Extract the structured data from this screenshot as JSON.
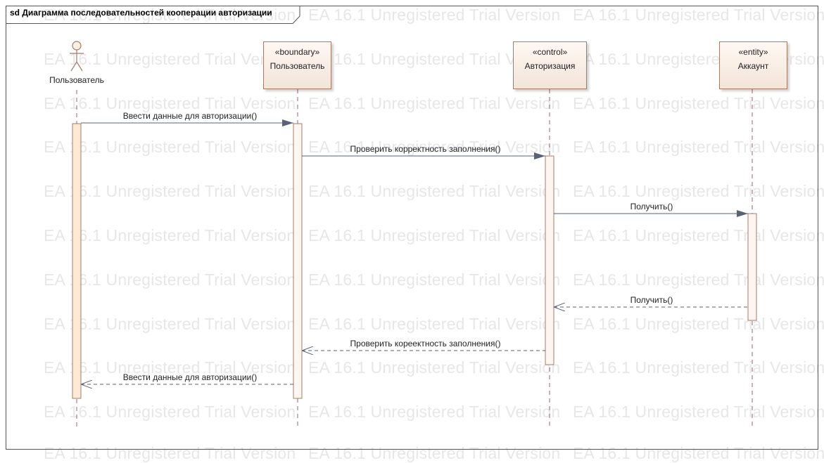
{
  "frame": {
    "title": "sd Диаграмма последовательностей кооперации авторизации"
  },
  "watermark": {
    "text": "EA 16.1 Unregistered Trial Version"
  },
  "actor": {
    "name": "Пользователь"
  },
  "lifelines": [
    {
      "stereotype": "«boundary»",
      "name": "Пользователь"
    },
    {
      "stereotype": "«control»",
      "name": "Авторизация"
    },
    {
      "stereotype": "«entity»",
      "name": "Аккаунт"
    }
  ],
  "messages": [
    {
      "label": "Ввести данные для авторизации()",
      "from": "actor",
      "to": "boundary",
      "kind": "call"
    },
    {
      "label": "Проверить корректность заполнения()",
      "from": "boundary",
      "to": "control",
      "kind": "call"
    },
    {
      "label": "Получить()",
      "from": "control",
      "to": "entity",
      "kind": "call"
    },
    {
      "label": "Получить()",
      "from": "entity",
      "to": "control",
      "kind": "return"
    },
    {
      "label": "Проверить кореектность заполнения()",
      "from": "control",
      "to": "boundary",
      "kind": "return"
    },
    {
      "label": "Ввести данные для авторизации()",
      "from": "boundary",
      "to": "actor",
      "kind": "return"
    }
  ],
  "colors": {
    "activation_actor": "#fde9d6",
    "activation": "#fdf6f0",
    "box_border": "#a47c6a",
    "message_line": "#5a6277",
    "lifeline": "#a0626e"
  }
}
